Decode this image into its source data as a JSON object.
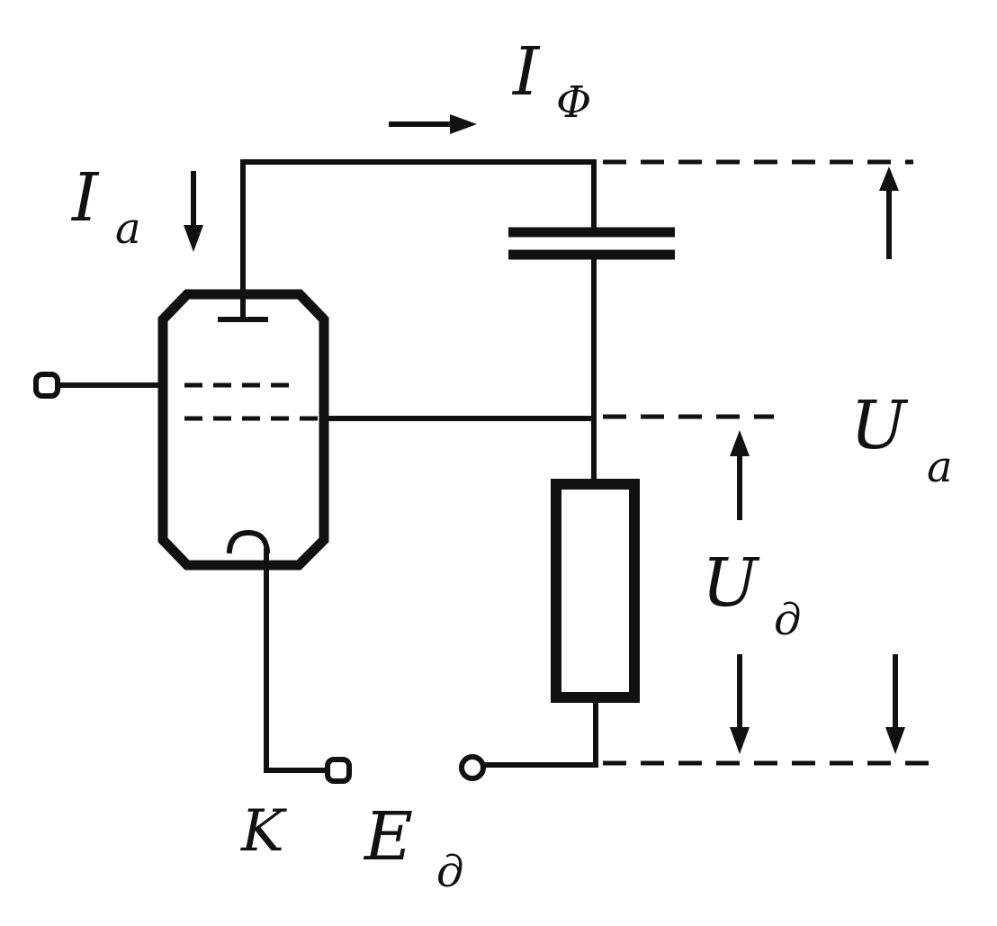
{
  "labels": {
    "i_letter": "I",
    "i_a_sub": "a",
    "i_phi_sub": "Φ",
    "u_letter": "U",
    "u_a_sub": "a",
    "u_d_sub": "д",
    "k_label": "K",
    "e_letter": "E",
    "e_d_sub": "д"
  }
}
